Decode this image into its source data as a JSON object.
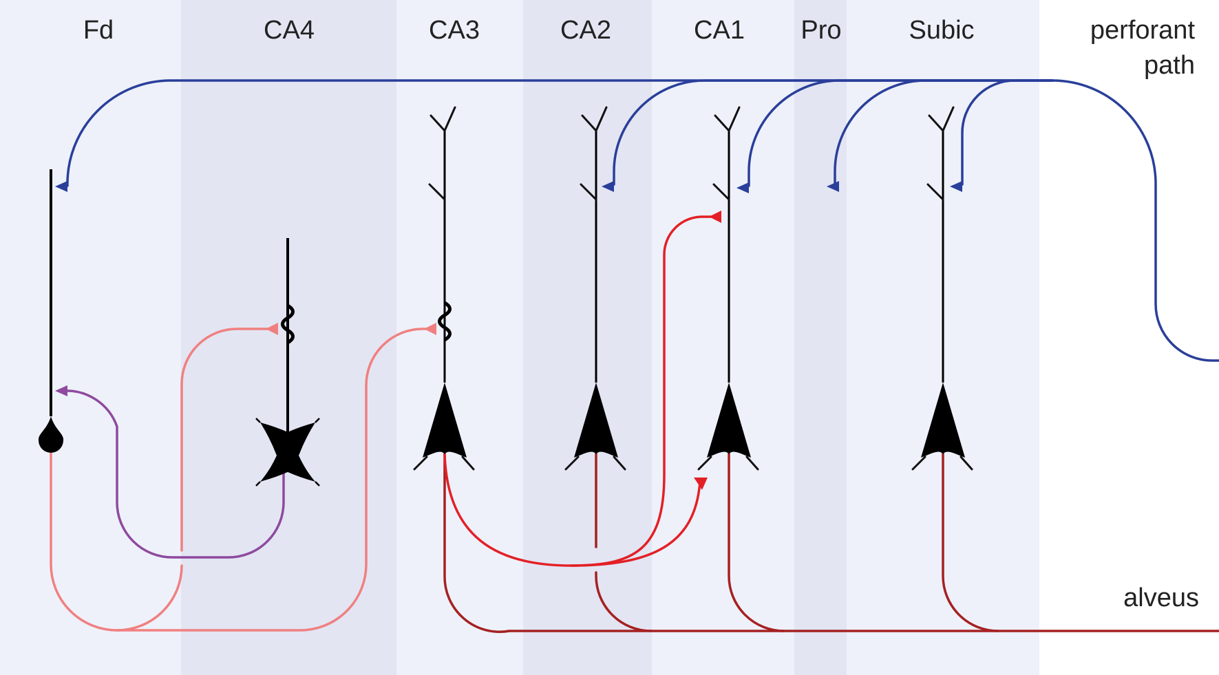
{
  "regions": {
    "fd": "Fd",
    "ca4": "CA4",
    "ca3": "CA3",
    "ca2": "CA2",
    "ca1": "CA1",
    "pro": "Pro",
    "subic": "Subic"
  },
  "labels": {
    "perforant_line1": "perforant",
    "perforant_line2": "path",
    "alveus": "alveus"
  },
  "colors": {
    "region_light": "#eef1fa",
    "region_dark": "#e3e5f3",
    "perforant_path": "#2a3f9a",
    "mossy_fiber": "#f08080",
    "dentate_feedback": "#8e4a9e",
    "schaffer_collateral": "#e32026",
    "alveus_output": "#a52121",
    "neuron": "#000000"
  },
  "icons": {
    "granule_cell": "teardrop-soma-icon",
    "mossy_cell": "x-shaped-soma-icon",
    "pyramidal_cell": "triangle-soma-icon",
    "synapse": "triangle-arrowhead-icon"
  }
}
